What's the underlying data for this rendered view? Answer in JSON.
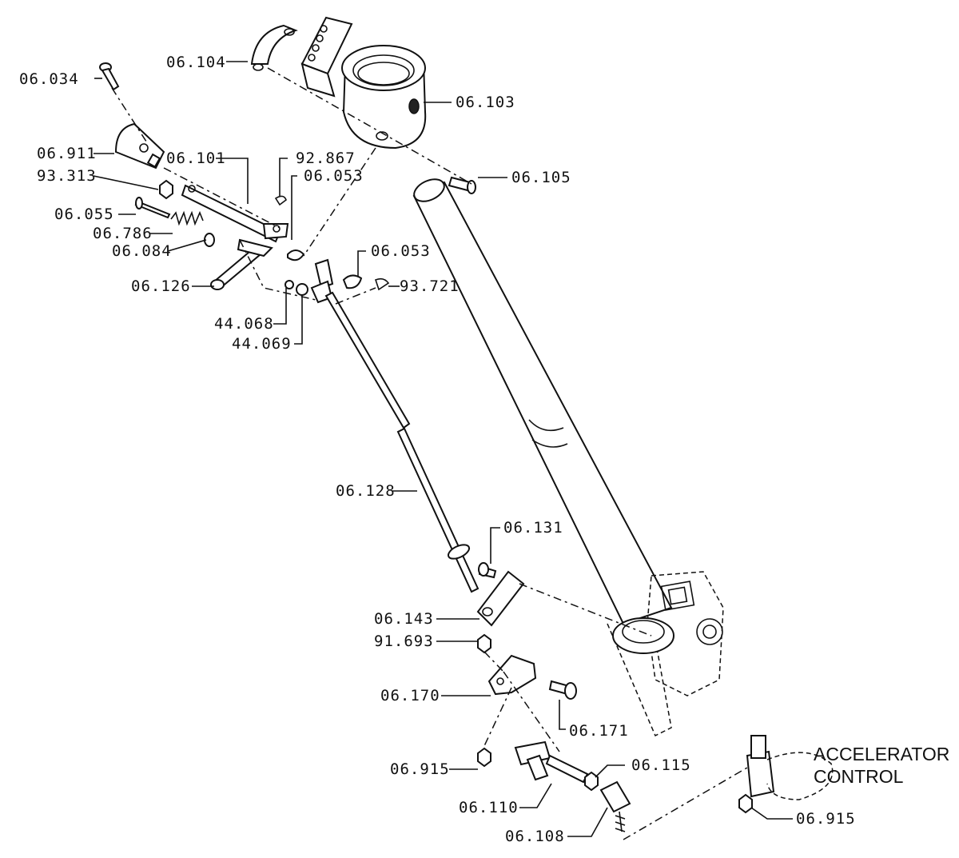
{
  "parts": [
    {
      "id": "p06034",
      "text": "06.034"
    },
    {
      "id": "p06104",
      "text": "06.104"
    },
    {
      "id": "p06103",
      "text": "06.103"
    },
    {
      "id": "p06911",
      "text": "06.911"
    },
    {
      "id": "p93313",
      "text": "93.313"
    },
    {
      "id": "p06101",
      "text": "06.101"
    },
    {
      "id": "p92867",
      "text": "92.867"
    },
    {
      "id": "p06053a",
      "text": "06.053"
    },
    {
      "id": "p06105",
      "text": "06.105"
    },
    {
      "id": "p06055",
      "text": "06.055"
    },
    {
      "id": "p06786",
      "text": "06.786"
    },
    {
      "id": "p06084",
      "text": "06.084"
    },
    {
      "id": "p06053b",
      "text": "06.053"
    },
    {
      "id": "p06126",
      "text": "06.126"
    },
    {
      "id": "p93721",
      "text": "93.721"
    },
    {
      "id": "p44068",
      "text": "44.068"
    },
    {
      "id": "p44069",
      "text": "44.069"
    },
    {
      "id": "p06128",
      "text": "06.128"
    },
    {
      "id": "p06131",
      "text": "06.131"
    },
    {
      "id": "p06143",
      "text": "06.143"
    },
    {
      "id": "p91693",
      "text": "91.693"
    },
    {
      "id": "p06170",
      "text": "06.170"
    },
    {
      "id": "p06171",
      "text": "06.171"
    },
    {
      "id": "p06915a",
      "text": "06.915"
    },
    {
      "id": "p06115",
      "text": "06.115"
    },
    {
      "id": "p06110",
      "text": "06.110"
    },
    {
      "id": "p06108",
      "text": "06.108"
    },
    {
      "id": "p06915b",
      "text": "06.915"
    }
  ],
  "accelerator": {
    "line1": "ACCELERATOR",
    "line2": "CONTROL"
  }
}
